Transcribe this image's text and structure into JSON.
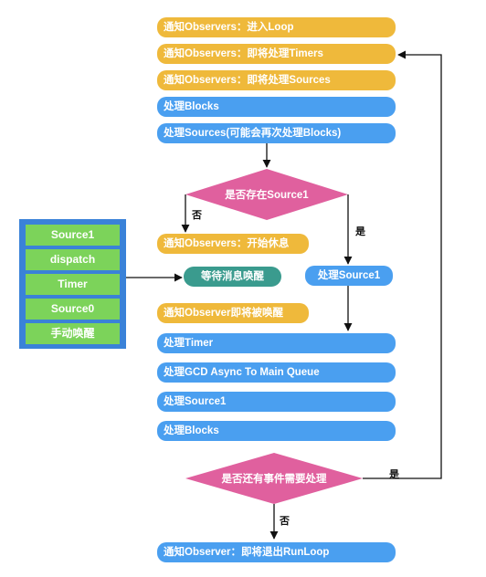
{
  "flow": {
    "step_enter_loop": "通知Observers：进入Loop",
    "step_before_timers": "通知Observers：即将处理Timers",
    "step_before_sources": "通知Observers：即将处理Sources",
    "step_blocks_1": "处理Blocks",
    "step_sources": "处理Sources(可能会再次处理Blocks)",
    "decision_source1": "是否存在Source1",
    "branch_no_1": "否",
    "branch_yes_1": "是",
    "step_before_waiting": "通知Observers：开始休息",
    "step_waiting": "等待消息唤醒",
    "step_handle_source1_direct": "处理Source1",
    "step_after_waiting": "通知Observer即将被唤醒",
    "step_timer": "处理Timer",
    "step_gcd": "处理GCD Async To Main Queue",
    "step_source1": "处理Source1",
    "step_blocks_2": "处理Blocks",
    "decision_more_events": "是否还有事件需要处理",
    "branch_yes_2": "是",
    "branch_no_2": "否",
    "step_exit": "通知Observer：即将退出RunLoop"
  },
  "wakeup_sources": {
    "items": [
      "Source1",
      "dispatch",
      "Timer",
      "Source0",
      "手动唤醒"
    ]
  },
  "colors": {
    "observer_notice": "#efb93b",
    "processing": "#4a9ff0",
    "waiting": "#3a9b8e",
    "decision": "#e0609e",
    "sources_panel": "#3a82d8",
    "source_item": "#7cd35a"
  }
}
